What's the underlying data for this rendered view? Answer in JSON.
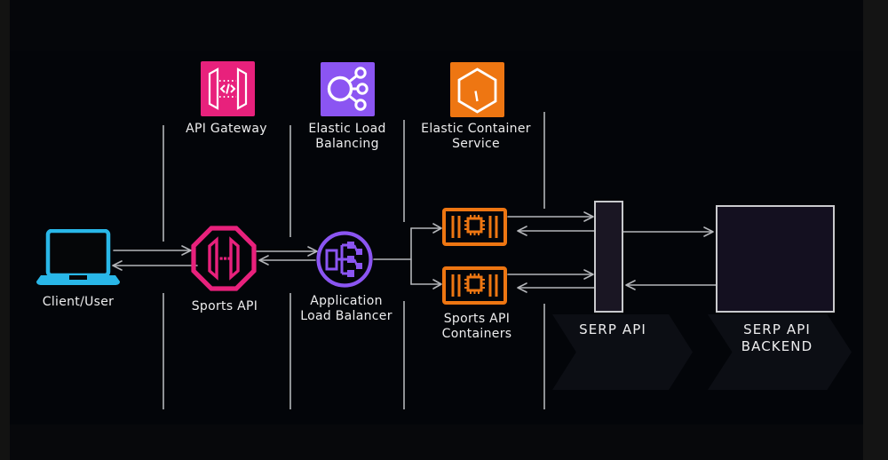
{
  "colors": {
    "background": "#030509",
    "pink": "#e8217c",
    "purple": "#8b55f2",
    "orange": "#ee7612",
    "cyan": "#29b7e8",
    "line_gray": "#b3b5b9",
    "text": "#ededee",
    "box_fill": "#1a1623",
    "box_border": "#c9cacd",
    "watermark": "#0c0e14"
  },
  "diagram": {
    "nodes": {
      "client": {
        "label": "Client/User",
        "icon": "laptop-icon",
        "color": "#29b7e8"
      },
      "api_gateway": {
        "label": "API Gateway",
        "icon": "api-gateway-icon",
        "color": "#e8217c"
      },
      "elastic_load_balancing": {
        "label": "Elastic Load\nBalancing",
        "icon": "elastic-load-balancing-icon",
        "color": "#8b55f2"
      },
      "elastic_container_service": {
        "label": "Elastic Container\nService",
        "icon": "elastic-container-service-icon",
        "color": "#ee7612"
      },
      "sports_api": {
        "label": "Sports API",
        "icon": "sports-api-octagon-icon",
        "color": "#e8217c"
      },
      "app_load_balancer": {
        "label": "Application\nLoad Balancer",
        "icon": "application-load-balancer-icon",
        "color": "#8b55f2"
      },
      "sports_api_containers": {
        "label": "Sports API\nContainers",
        "icon": "container-icon",
        "container_count": 2,
        "color": "#ee7612"
      },
      "serp_api": {
        "label": "SERP API"
      },
      "serp_api_backend": {
        "label": "SERP API\nBACKEND"
      }
    }
  }
}
